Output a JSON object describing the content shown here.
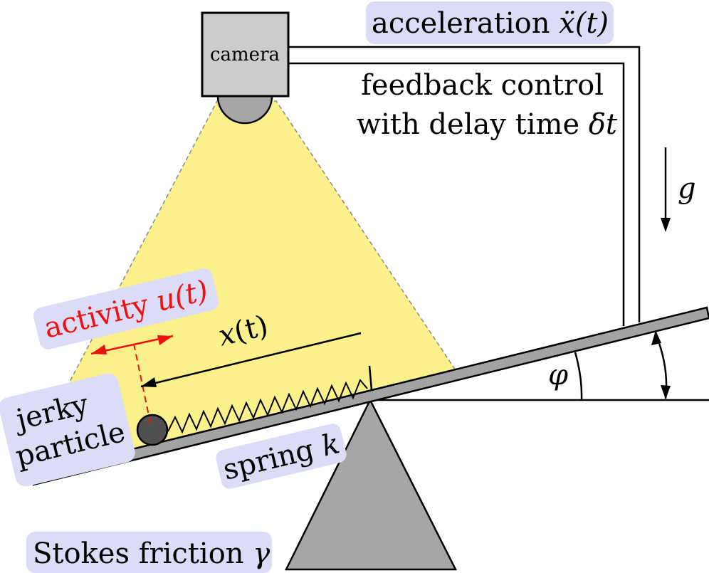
{
  "camera": {
    "label": "camera"
  },
  "labels": {
    "acceleration_prefix": "acceleration ",
    "acceleration_math": "ẍ(t)",
    "feedback_line1": "feedback control",
    "feedback_line2_prefix": "with delay time ",
    "feedback_line2_math": "δt",
    "gravity": "g",
    "activity_prefix": "activity ",
    "activity_math": "u(t)",
    "position": "x(t)",
    "particle_line1": "jerky",
    "particle_line2": "particle",
    "spring_prefix": "spring ",
    "spring_math": "k",
    "angle": "φ",
    "friction_prefix": "Stokes friction ",
    "friction_math": "γ"
  },
  "colors": {
    "label_box": "#dcdcf7",
    "light_cone": "#faf08c",
    "camera_body": "#cccccc",
    "lens": "#a6a6a6",
    "beam": "#a3a3a3",
    "pivot": "#a6a6a6",
    "particle": "#505050",
    "activity": "#ee1111"
  }
}
